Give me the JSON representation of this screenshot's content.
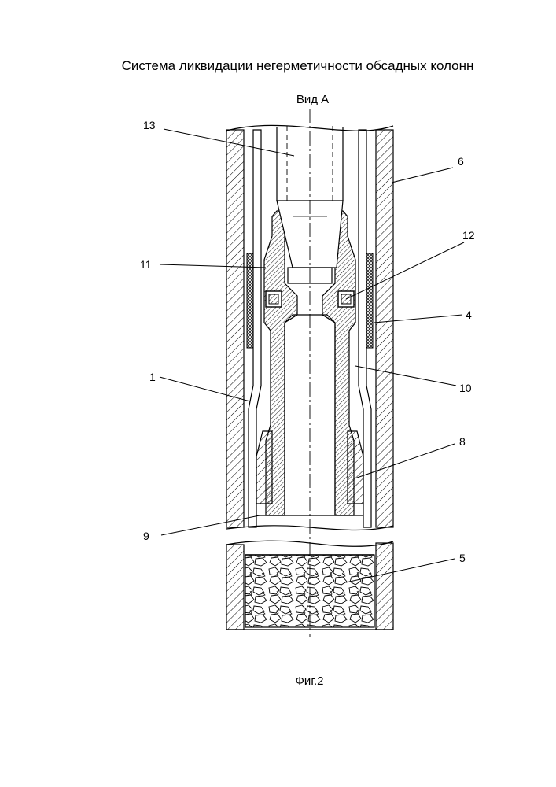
{
  "title": "Система ликвидации негерметичности обсадных колонн",
  "view_label": "Вид А",
  "caption": "Фиг.2",
  "callouts": {
    "c13": "13",
    "c6": "6",
    "c12": "12",
    "c11": "11",
    "c4": "4",
    "c1": "1",
    "c10": "10",
    "c8": "8",
    "c9": "9",
    "c5": "5"
  }
}
